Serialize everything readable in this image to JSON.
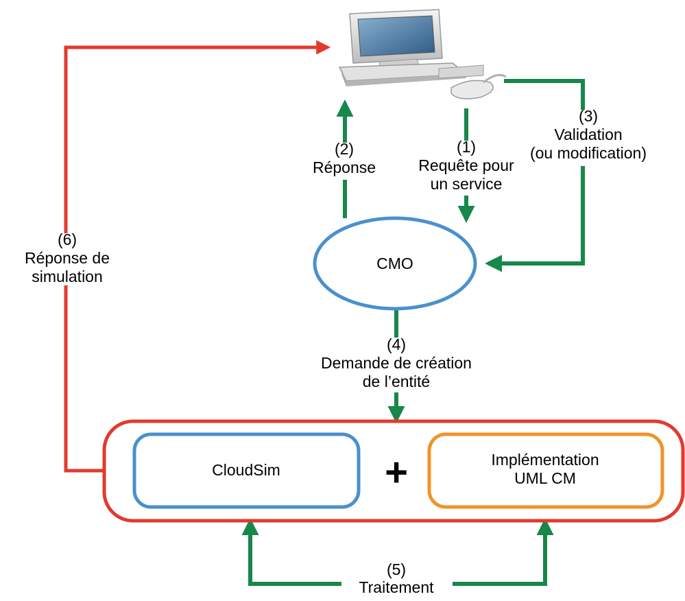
{
  "colors": {
    "green": "#17874a",
    "red": "#e23a2e",
    "blue": "#4a90cf",
    "orange": "#f0932b",
    "black": "#000000"
  },
  "nodes": {
    "computer": {
      "icon": "desktop-computer-icon"
    },
    "cmo": {
      "label": "CMO"
    },
    "cloudsim": {
      "label": "CloudSim"
    },
    "plus": {
      "label": "+"
    },
    "uml": {
      "line1": "Implémentation",
      "line2": "UML CM"
    }
  },
  "steps": {
    "s1": {
      "num": "(1)",
      "line1": "Requête pour",
      "line2": "un service"
    },
    "s2": {
      "num": "(2)",
      "line1": "Réponse"
    },
    "s3": {
      "num": "(3)",
      "line1": "Validation",
      "line2": "(ou modification)"
    },
    "s4": {
      "num": "(4)",
      "line1": "Demande de création",
      "line2": "de l’entité"
    },
    "s5": {
      "num": "(5)",
      "line1": "Traitement"
    },
    "s6": {
      "num": "(6)",
      "line1": "Réponse de",
      "line2": "simulation"
    }
  }
}
